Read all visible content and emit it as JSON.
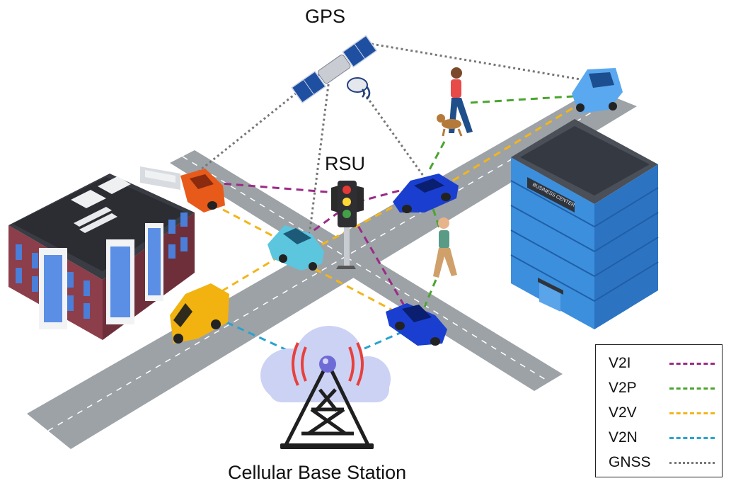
{
  "labels": {
    "gps": "GPS",
    "rsu": "RSU",
    "base_station": "Cellular Base Station",
    "business_sign": "BUSINESS CENTER"
  },
  "legend": [
    {
      "label": "V2I",
      "color": "#9b2b86",
      "style": "dashed"
    },
    {
      "label": "V2P",
      "color": "#4aa52e",
      "style": "dashed"
    },
    {
      "label": "V2V",
      "color": "#f3b51a",
      "style": "dashed"
    },
    {
      "label": "V2N",
      "color": "#2aa2cf",
      "style": "dashed"
    },
    {
      "label": "GNSS",
      "color": "#777777",
      "style": "dotted"
    }
  ],
  "colors": {
    "road": "#9da2a7",
    "road_edge": "#ffffff",
    "building_brick": "#8c3e4a",
    "office_glass": "#3c8fdc",
    "signal_cloud": "#ccd2f4",
    "signal_waves": "#e8403c"
  },
  "icons": [
    "satellite-icon",
    "traffic-light-icon",
    "cell-tower-icon",
    "car-icon",
    "van-icon",
    "pedestrian-icon",
    "dog-icon",
    "apartment-building-icon",
    "office-building-icon"
  ]
}
